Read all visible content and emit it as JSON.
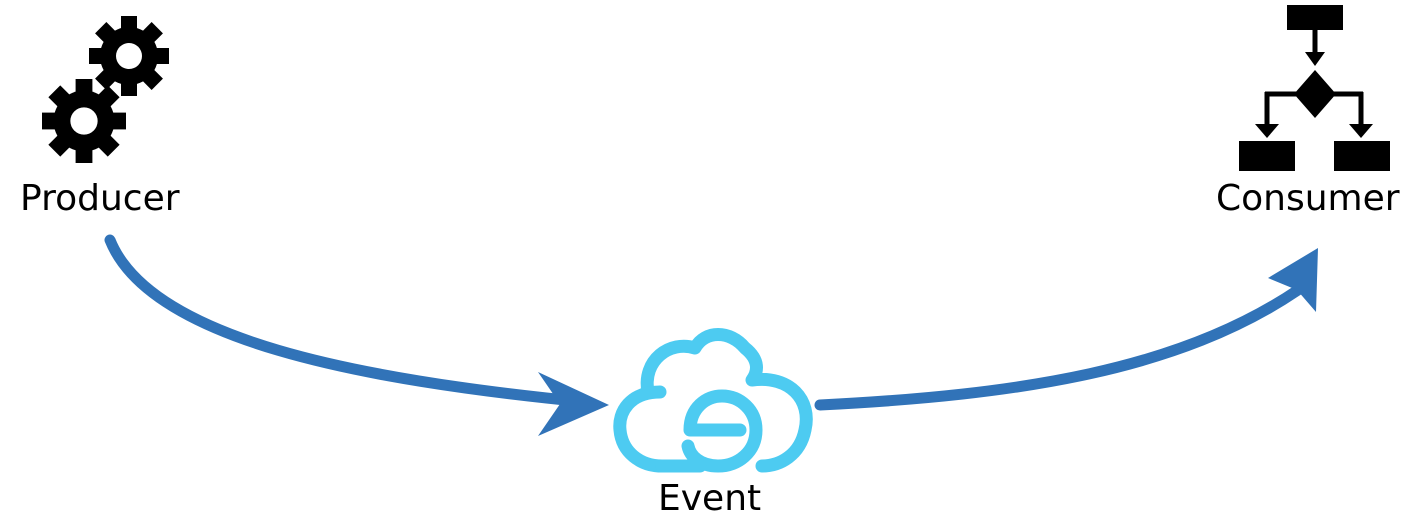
{
  "nodes": {
    "producer": {
      "label": "Producer",
      "icon": "gears-icon"
    },
    "event": {
      "label": "Event",
      "icon": "cloudevents-logo-icon"
    },
    "consumer": {
      "label": "Consumer",
      "icon": "flowchart-icon"
    }
  },
  "edges": [
    {
      "from": "producer",
      "to": "event"
    },
    {
      "from": "event",
      "to": "consumer"
    }
  ],
  "colors": {
    "arrow": "#3173b8",
    "logo": "#4dcbf1",
    "icon": "#000000",
    "text": "#000000",
    "background": "#ffffff"
  }
}
